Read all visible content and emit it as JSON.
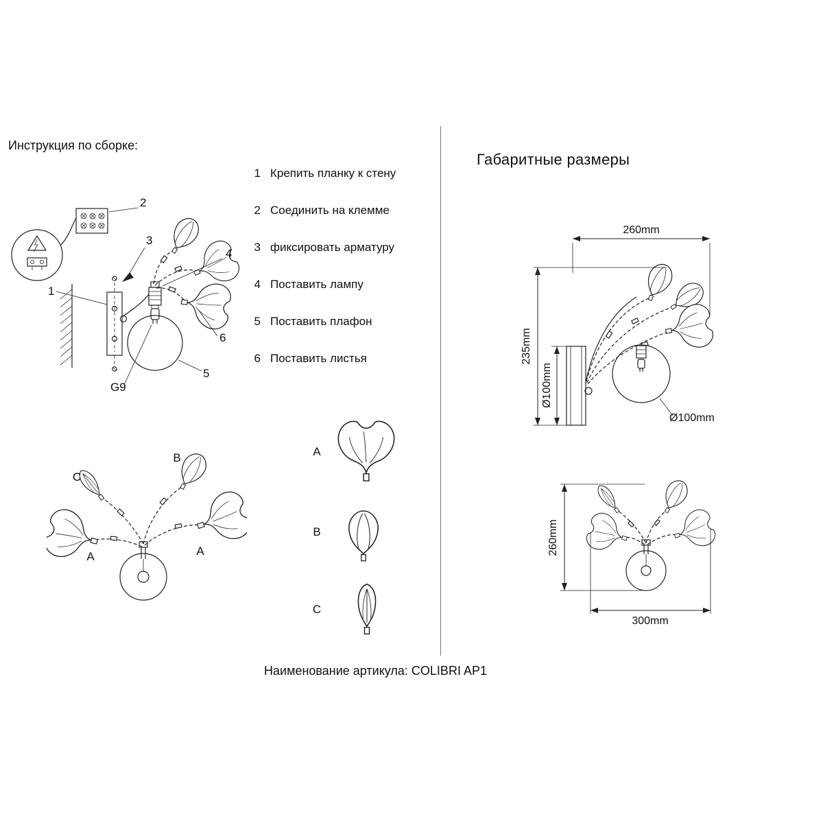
{
  "header": {
    "title": "Инструкция по сборке:"
  },
  "steps": [
    {
      "num": "1",
      "text": "Крепить планку к стену"
    },
    {
      "num": "2",
      "text": "Соединить на клемме"
    },
    {
      "num": "3",
      "text": "фиксировать арматуру"
    },
    {
      "num": "4",
      "text": "Поставить лампу"
    },
    {
      "num": "5",
      "text": "Поставить плафон"
    },
    {
      "num": "6",
      "text": "Поставить листья"
    }
  ],
  "assembly": {
    "callouts": {
      "n1": "1",
      "n2": "2",
      "n3": "3",
      "n4": "4",
      "n5": "5",
      "n6": "6",
      "g9": "G9"
    }
  },
  "front_view": {
    "label_a_left": "A",
    "label_a_right": "A",
    "label_b": "B",
    "label_c": "C"
  },
  "leaf_details": {
    "a": "A",
    "b": "B",
    "c": "C"
  },
  "dimensions": {
    "title": "Габаритные размеры",
    "side_view": {
      "width": "260mm",
      "height": "235mm",
      "plate_height": "Ø100mm",
      "shade_diameter": "Ø100mm"
    },
    "front_view": {
      "height": "260mm",
      "width": "300mm"
    }
  },
  "footer": {
    "label": "Наименование артикула:",
    "value": "COLIBRI AP1"
  }
}
